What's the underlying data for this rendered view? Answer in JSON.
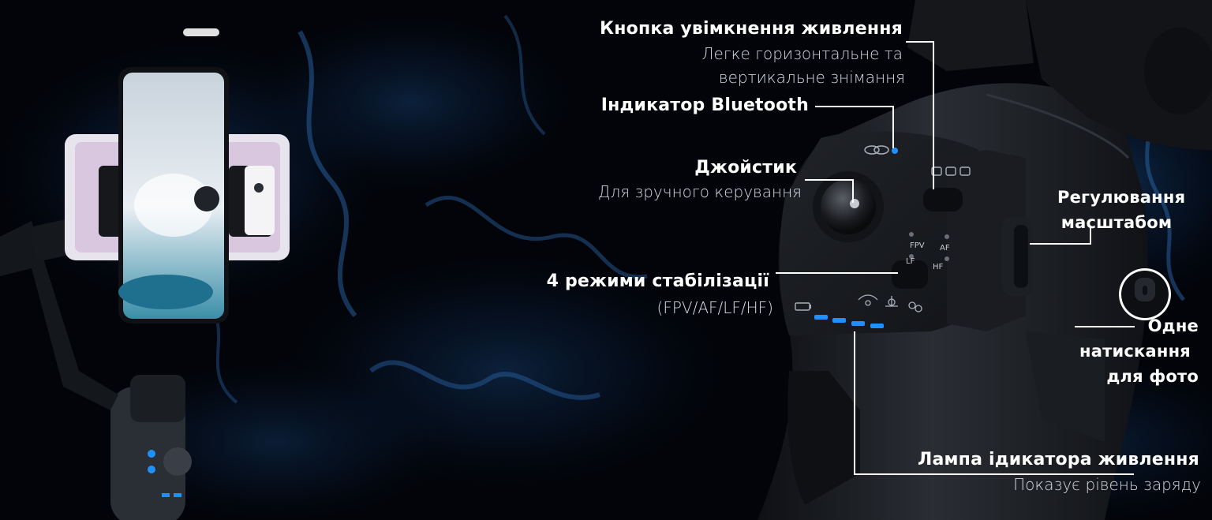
{
  "callouts": {
    "power": {
      "title": "Кнопка увімкнення живлення",
      "sub1": "Легке горизонтальне та",
      "sub2": "вертикальне знімання"
    },
    "bluetooth": {
      "title": "Індикатор Bluetooth"
    },
    "joystick": {
      "title": "Джойстик",
      "sub": "Для зручного керування"
    },
    "modes": {
      "title": "4 режими стабілізації",
      "sub": "(FPV/AF/LF/HF)"
    },
    "zoom": {
      "line1": "Регулювання",
      "line2": "масштабом"
    },
    "photo": {
      "line1": "Одне",
      "line2": "натискання",
      "line3": "для фото"
    },
    "battery": {
      "title": "Лампа ідикатора живлення",
      "sub": "Показує рівень заряду"
    }
  },
  "device": {
    "mode_labels": [
      "FPV",
      "AF",
      "LF",
      "HF"
    ],
    "indicator_color": "#1e90ff",
    "battery_leds": 4
  },
  "icons": [
    "link-icon",
    "camera-icon",
    "battery-icon",
    "tilt-icon",
    "follow-icon",
    "gimbal-icon"
  ]
}
